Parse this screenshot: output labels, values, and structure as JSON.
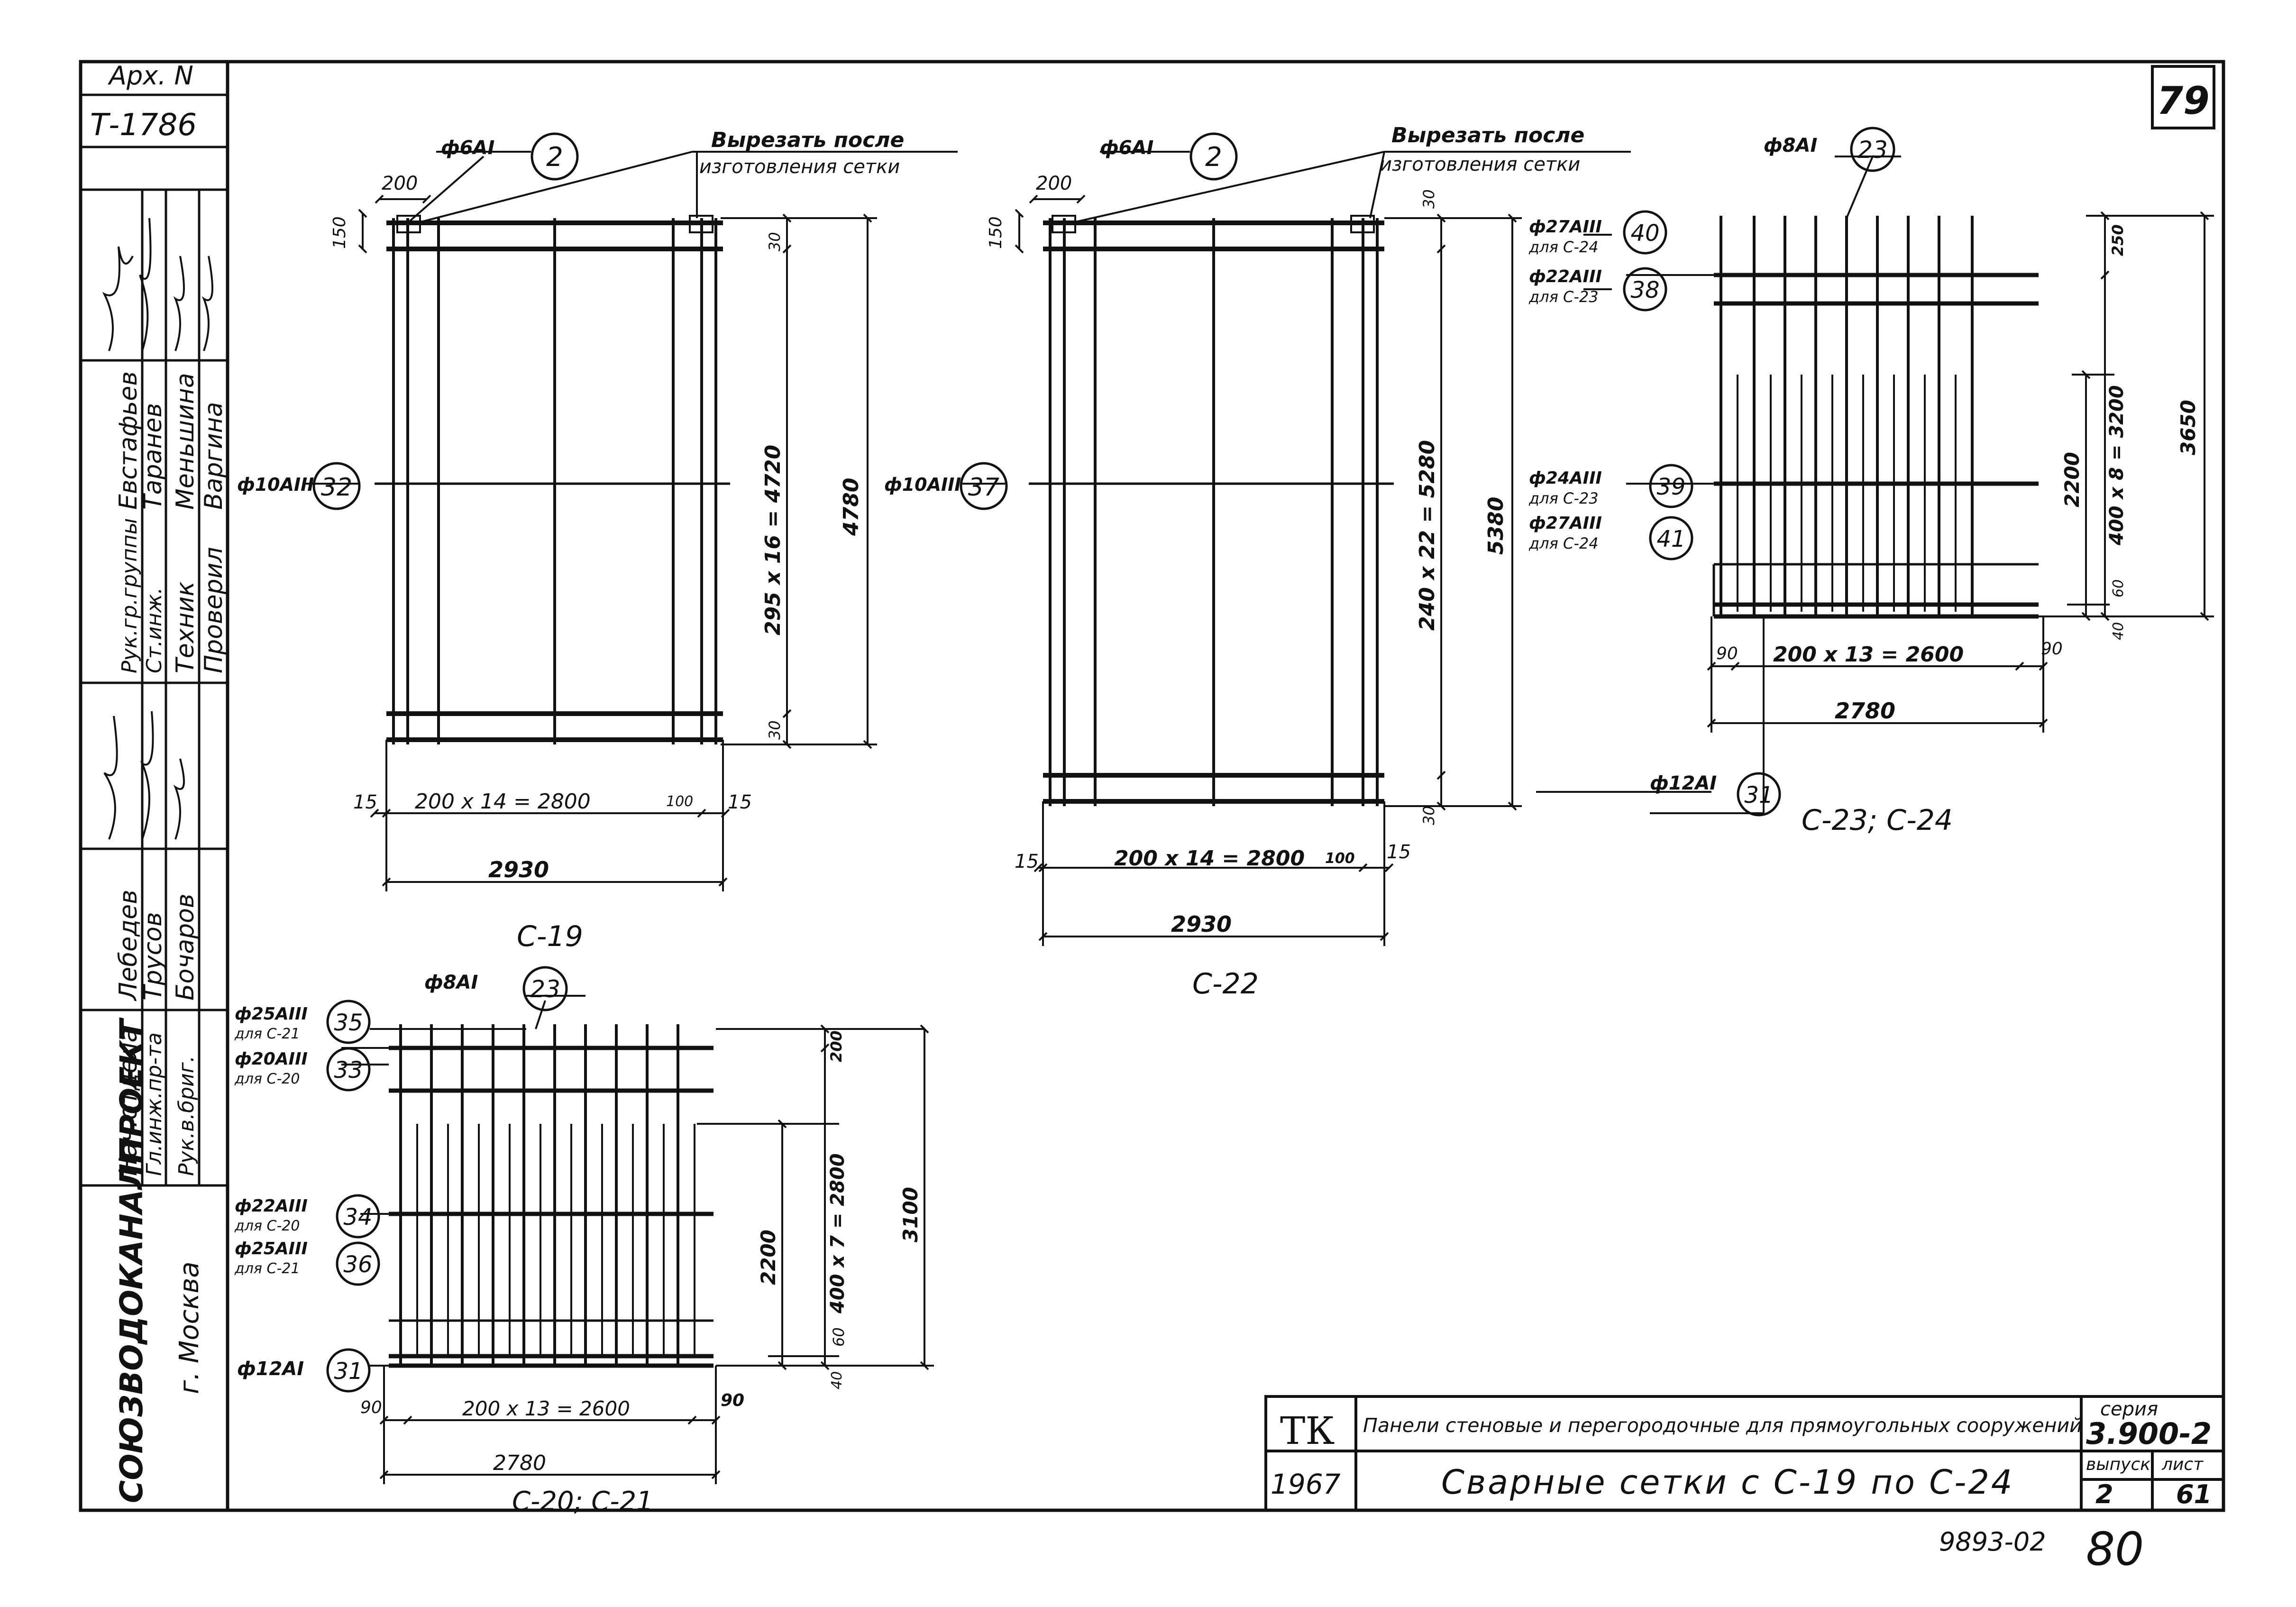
{
  "sheet": {
    "archive_label": "Арх. N",
    "archive_no": "Т-1786",
    "sheet_no": "79",
    "bottom_code": "9893-02",
    "bottom_page": "80"
  },
  "stamp_side": {
    "org": "СОЮЗВОДОКАНАЛПРОЕКТ",
    "city": "г. Москва",
    "roles": [
      "Нач.отдела",
      "Гл.инж.пр-та",
      "Рук.в.бриг.",
      "Рук.гр.группы",
      "Ст.инж.",
      "Техник",
      "Проверил"
    ],
    "names": [
      "Лебедев",
      "Трусов",
      "Бочаров",
      "Евстафьев",
      "Таранев",
      "Меньшина",
      "Варгина"
    ]
  },
  "title_block": {
    "tk": "ТК",
    "year": "1967",
    "subtitle": "Панели стеновые и перегородочные для прямоугольных сооружений",
    "title": "Сварные сетки с С-19 по С-24",
    "series_label": "серия",
    "series": "3.900-2",
    "issue_label": "выпуск",
    "issue": "2",
    "sheet_label": "лист",
    "sheet": "61"
  },
  "c19": {
    "caption": "С-19",
    "top_bar": "ф6АI",
    "top_bar_num": "2",
    "side_bar": "ф10АIII",
    "side_bar_num": "32",
    "note1": "Вырезать после",
    "note2": "изготовления сетки",
    "d_200": "200",
    "d_150": "150",
    "d_30a": "30",
    "d_30b": "30",
    "d_vert": "295 x 16 = 4720",
    "d_total": "4780",
    "d_15a": "15",
    "d_horiz": "200 x 14 = 2800",
    "d_100": "100",
    "d_15b": "15",
    "d_width": "2930"
  },
  "c22": {
    "caption": "С-22",
    "top_bar": "ф6АI",
    "top_bar_num": "2",
    "side_bar": "ф10АIII",
    "side_bar_num": "37",
    "note1": "Вырезать после",
    "note2": "изготовления сетки",
    "d_200": "200",
    "d_150": "150",
    "d_30a": "30",
    "d_30b": "30",
    "d_vert": "240 x 22 = 5280",
    "d_total": "5380",
    "d_15a": "15",
    "d_horiz": "200 x 14 = 2800",
    "d_100": "100",
    "d_15b": "15",
    "d_width": "2930"
  },
  "c23": {
    "caption": "С-23; С-24",
    "top_bar": "ф8АI",
    "top_bar_num": "23",
    "b40": "ф27АIII",
    "b40_for": "для С-24",
    "b40_num": "40",
    "b38": "ф22АIII",
    "b38_for": "для С-23",
    "b38_num": "38",
    "b39": "ф24АIII",
    "b39_for": "для С-23",
    "b39_num": "39",
    "b41": "ф27АIII",
    "b41_for": "для С-24",
    "b41_num": "41",
    "bottom_bar": "ф12АI",
    "bottom_bar_num": "31",
    "d_250": "250",
    "d_2200": "2200",
    "d_vert": "400 x 8 = 3200",
    "d_total": "3650",
    "d_60": "60",
    "d_40": "40",
    "d_90a": "90",
    "d_horiz": "200 x 13 = 2600",
    "d_90b": "90",
    "d_width": "2780"
  },
  "c20": {
    "caption": "С-20; С-21",
    "top_bar": "ф8АI",
    "top_bar_num": "23",
    "b35": "ф25АIII",
    "b35_for": "для С-21",
    "b35_num": "35",
    "b33": "ф20АIII",
    "b33_for": "для С-20",
    "b33_num": "33",
    "b34": "ф22АIII",
    "b34_for": "для С-20",
    "b34_num": "34",
    "b36": "ф25АIII",
    "b36_for": "для С-21",
    "b36_num": "36",
    "bottom_bar": "ф12АI",
    "bottom_bar_num": "31",
    "d_200": "200",
    "d_2200": "2200",
    "d_vert": "400 x 7 = 2800",
    "d_total": "3100",
    "d_60": "60",
    "d_40": "40",
    "d_90a": "90",
    "d_horiz": "200 x 13 = 2600",
    "d_90b": "90",
    "d_width": "2780"
  }
}
